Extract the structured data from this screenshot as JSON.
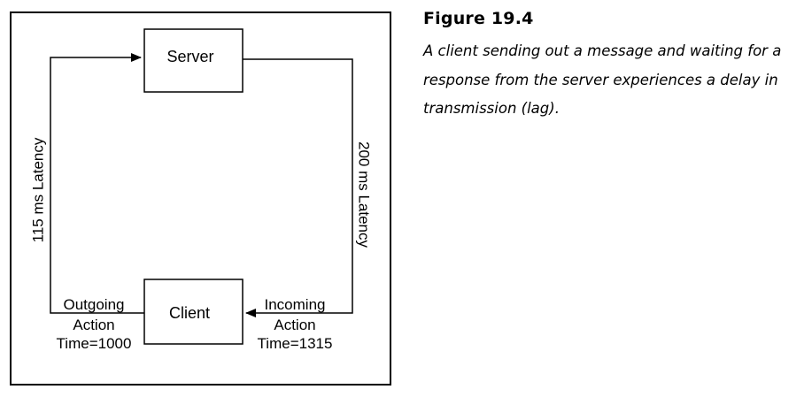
{
  "diagram": {
    "nodes": {
      "server": "Server",
      "client": "Client"
    },
    "edges": {
      "outgoing_latency": "115 ms Latency",
      "incoming_latency": "200 ms Latency"
    },
    "annotations": {
      "outgoing": [
        "Outgoing",
        "Action",
        "Time=1000"
      ],
      "incoming": [
        "Incoming",
        "Action",
        "Time=1315"
      ]
    }
  },
  "caption": {
    "title": "Figure 19.4",
    "text": "A client sending out a message and waiting for a response from the server experiences a delay in transmission (lag)."
  }
}
